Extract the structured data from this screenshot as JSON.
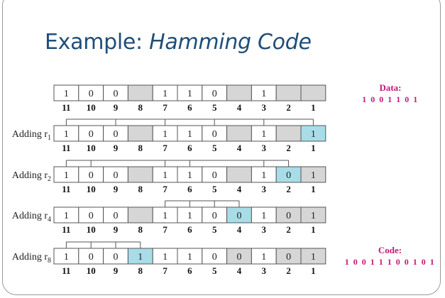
{
  "slide": {
    "title_prefix": "Example: ",
    "title_emph": "Hamming Code"
  },
  "positions": [
    "11",
    "10",
    "9",
    "8",
    "7",
    "6",
    "5",
    "4",
    "3",
    "2",
    "1"
  ],
  "rows": [
    {
      "label": "",
      "subscript": "",
      "cells": [
        {
          "v": "1",
          "fill": "white"
        },
        {
          "v": "0",
          "fill": "white"
        },
        {
          "v": "0",
          "fill": "white"
        },
        {
          "v": "",
          "fill": "gray"
        },
        {
          "v": "1",
          "fill": "white"
        },
        {
          "v": "1",
          "fill": "white"
        },
        {
          "v": "0",
          "fill": "white"
        },
        {
          "v": "",
          "fill": "gray"
        },
        {
          "v": "1",
          "fill": "white"
        },
        {
          "v": "",
          "fill": "gray"
        },
        {
          "v": "",
          "fill": "gray"
        }
      ],
      "covers": []
    },
    {
      "label": "Adding r",
      "subscript": "1",
      "cells": [
        {
          "v": "1",
          "fill": "white"
        },
        {
          "v": "0",
          "fill": "white"
        },
        {
          "v": "0",
          "fill": "white"
        },
        {
          "v": "",
          "fill": "gray"
        },
        {
          "v": "1",
          "fill": "white"
        },
        {
          "v": "1",
          "fill": "white"
        },
        {
          "v": "0",
          "fill": "white"
        },
        {
          "v": "",
          "fill": "gray"
        },
        {
          "v": "1",
          "fill": "white"
        },
        {
          "v": "",
          "fill": "gray"
        },
        {
          "v": "1",
          "fill": "blue"
        }
      ],
      "covers": [
        11,
        9,
        7,
        5,
        3,
        1
      ]
    },
    {
      "label": "Adding r",
      "subscript": "2",
      "cells": [
        {
          "v": "1",
          "fill": "white"
        },
        {
          "v": "0",
          "fill": "white"
        },
        {
          "v": "0",
          "fill": "white"
        },
        {
          "v": "",
          "fill": "gray"
        },
        {
          "v": "1",
          "fill": "white"
        },
        {
          "v": "1",
          "fill": "white"
        },
        {
          "v": "0",
          "fill": "white"
        },
        {
          "v": "",
          "fill": "gray"
        },
        {
          "v": "1",
          "fill": "white"
        },
        {
          "v": "0",
          "fill": "blue"
        },
        {
          "v": "1",
          "fill": "gray"
        }
      ],
      "covers": [
        11,
        10,
        7,
        6,
        3,
        2
      ]
    },
    {
      "label": "Adding r",
      "subscript": "4",
      "cells": [
        {
          "v": "1",
          "fill": "white"
        },
        {
          "v": "0",
          "fill": "white"
        },
        {
          "v": "0",
          "fill": "white"
        },
        {
          "v": "",
          "fill": "gray"
        },
        {
          "v": "1",
          "fill": "white"
        },
        {
          "v": "1",
          "fill": "white"
        },
        {
          "v": "0",
          "fill": "white"
        },
        {
          "v": "0",
          "fill": "blue"
        },
        {
          "v": "1",
          "fill": "white"
        },
        {
          "v": "0",
          "fill": "gray"
        },
        {
          "v": "1",
          "fill": "gray"
        }
      ],
      "covers": [
        7,
        6,
        5,
        4
      ]
    },
    {
      "label": "Adding r",
      "subscript": "8",
      "cells": [
        {
          "v": "1",
          "fill": "white"
        },
        {
          "v": "0",
          "fill": "white"
        },
        {
          "v": "0",
          "fill": "white"
        },
        {
          "v": "1",
          "fill": "blue"
        },
        {
          "v": "1",
          "fill": "white"
        },
        {
          "v": "1",
          "fill": "white"
        },
        {
          "v": "0",
          "fill": "white"
        },
        {
          "v": "0",
          "fill": "gray"
        },
        {
          "v": "1",
          "fill": "white"
        },
        {
          "v": "0",
          "fill": "gray"
        },
        {
          "v": "1",
          "fill": "gray"
        }
      ],
      "covers": [
        11,
        10,
        9,
        8
      ]
    }
  ],
  "data_box": {
    "heading": "Data:",
    "value": "1 0 0 1 1 0 1"
  },
  "code_box": {
    "heading": "Code:",
    "value": "1 0 0 1 1 1 0 0 1 0 1"
  },
  "colors": {
    "gray": "#d6d6d6",
    "blue": "#a8dde8",
    "white": "#ffffff",
    "stroke": "#555555"
  }
}
